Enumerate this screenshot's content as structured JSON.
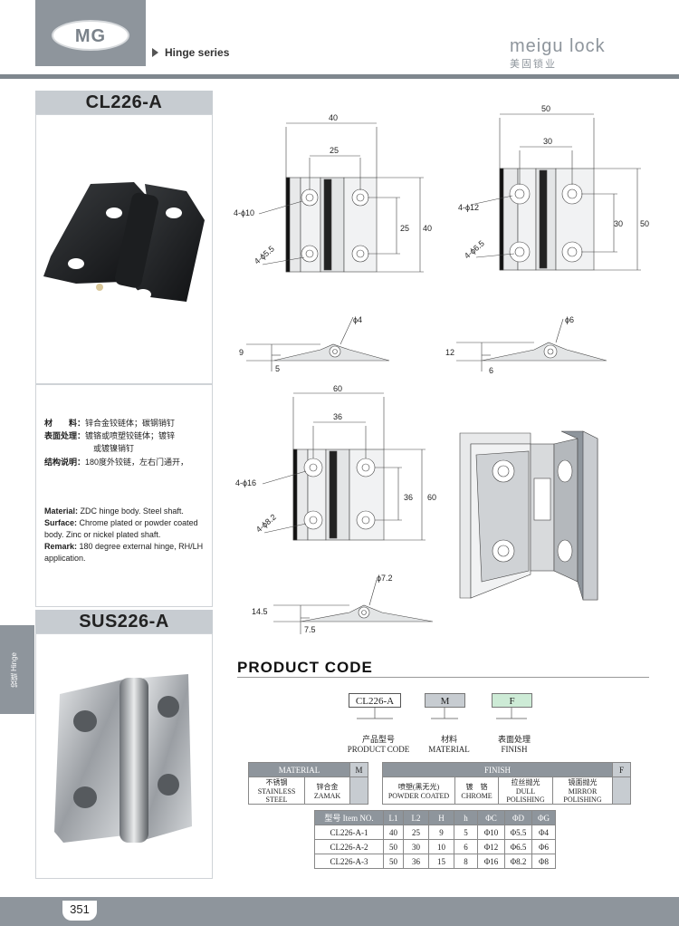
{
  "header": {
    "logo_text": "MG",
    "series_label": "Hinge series",
    "brand_name": "meigu lock",
    "brand_cn": "美固锁业"
  },
  "product_1": {
    "model": "CL226-A",
    "spec_cn": [
      {
        "label": "材　　料：",
        "value": "锌合金铰链体；碳钢销钉"
      },
      {
        "label": "表面处理：",
        "value": "镀铬或喷塑铰链体；镀锌"
      },
      {
        "label": "",
        "value": "或镀镍销钉"
      },
      {
        "label": "结构说明：",
        "value": "180度外铰链，左右门通开，"
      }
    ],
    "spec_en": [
      {
        "label": "Material:",
        "value": " ZDC hinge body. Steel shaft."
      },
      {
        "label": "Surface:",
        "value": " Chrome plated or powder coated body. Zinc or nickel plated shaft."
      },
      {
        "label": "Remark:",
        "value": " 180 degree external hinge, RH/LH application."
      }
    ]
  },
  "product_2": {
    "model": "SUS226-A"
  },
  "side_tab": {
    "text": "铰链 Hinge"
  },
  "drawings": {
    "d40": {
      "width": "40",
      "hole_span": "25",
      "height": "40",
      "hole_v": "25",
      "hole_label": "4-ϕ10",
      "csk_label": "4-ϕ5.5"
    },
    "d50": {
      "width": "50",
      "hole_span": "30",
      "height": "50",
      "hole_v": "30",
      "hole_label": "4-ϕ12",
      "csk_label": "4-ϕ6.5"
    },
    "d60": {
      "width": "60",
      "hole_span": "36",
      "height": "60",
      "hole_v": "36",
      "hole_label": "4-ϕ16",
      "csk_label": "4-ϕ8.2"
    },
    "side1": {
      "pin": "ϕ4",
      "H": "9",
      "h": "5"
    },
    "side2": {
      "pin": "ϕ6",
      "H": "12",
      "h": "6"
    },
    "side3": {
      "pin": "ϕ7.2",
      "H": "14.5",
      "h": "7.5"
    }
  },
  "product_code": {
    "title": "PRODUCT CODE",
    "boxes": [
      {
        "value": "CL226-A",
        "cap_cn": "产品型号",
        "cap_en": "PRODUCT CODE"
      },
      {
        "value": "M",
        "cap_cn": "材料",
        "cap_en": "MATERIAL"
      },
      {
        "value": "F",
        "cap_cn": "表面处理",
        "cap_en": "FINISH"
      }
    ],
    "material_table": {
      "header": "MATERIAL",
      "code": "M",
      "options": [
        {
          "cn": "不锈钢",
          "en": "STAINLESS STEEL"
        },
        {
          "cn": "锌合金",
          "en": "ZAMAK"
        }
      ]
    },
    "finish_table": {
      "header": "FINISH",
      "code": "F",
      "options": [
        {
          "cn": "喷塑(黑无光)",
          "en": "POWDER COATED"
        },
        {
          "cn": "镀　铬",
          "en": "CHROME"
        },
        {
          "cn": "拉丝抛光",
          "en": "DULL POLISHING"
        },
        {
          "cn": "镜面抛光",
          "en": "MIRROR POLISHING"
        }
      ]
    },
    "item_table": {
      "columns": [
        "型号 Item NO.",
        "L1",
        "L2",
        "H",
        "h",
        "ΦC",
        "ΦD",
        "ΦG"
      ],
      "rows": [
        [
          "CL226-A-1",
          "40",
          "25",
          "9",
          "5",
          "Φ10",
          "Φ5.5",
          "Φ4"
        ],
        [
          "CL226-A-2",
          "50",
          "30",
          "10",
          "6",
          "Φ12",
          "Φ6.5",
          "Φ6"
        ],
        [
          "CL226-A-3",
          "50",
          "36",
          "15",
          "8",
          "Φ16",
          "Φ8.2",
          "Φ8"
        ]
      ]
    }
  },
  "footer": {
    "page_number": "351"
  }
}
